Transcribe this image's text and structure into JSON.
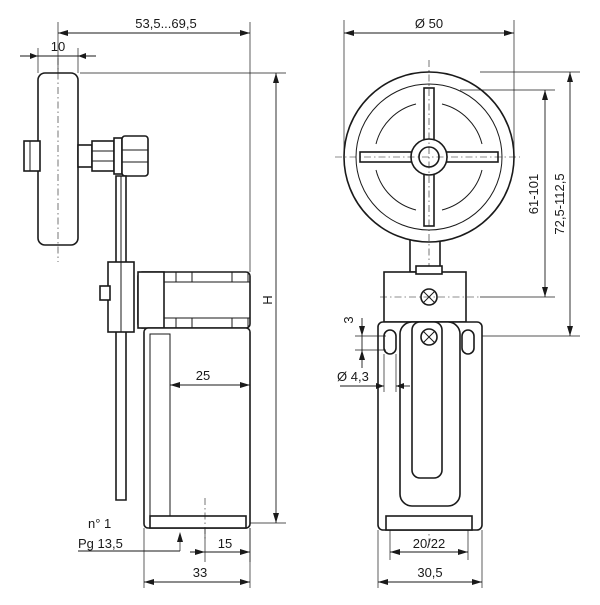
{
  "dimensions": {
    "roller_offset": "53,5...69,5",
    "roller_width": "10",
    "total_height": "H",
    "body_inner_width": "25",
    "conduit_label": "n° 1",
    "conduit_thread": "Pg 13,5",
    "conduit_offset": "15",
    "body_depth": "33",
    "roller_diameter": "Ø 50",
    "lever_range": "61-101",
    "lever_total_range": "72,5-112,5",
    "slot_size": "3",
    "hole_diameter": "Ø 4,3",
    "mount_spacing": "20/22",
    "body_width": "30,5"
  }
}
